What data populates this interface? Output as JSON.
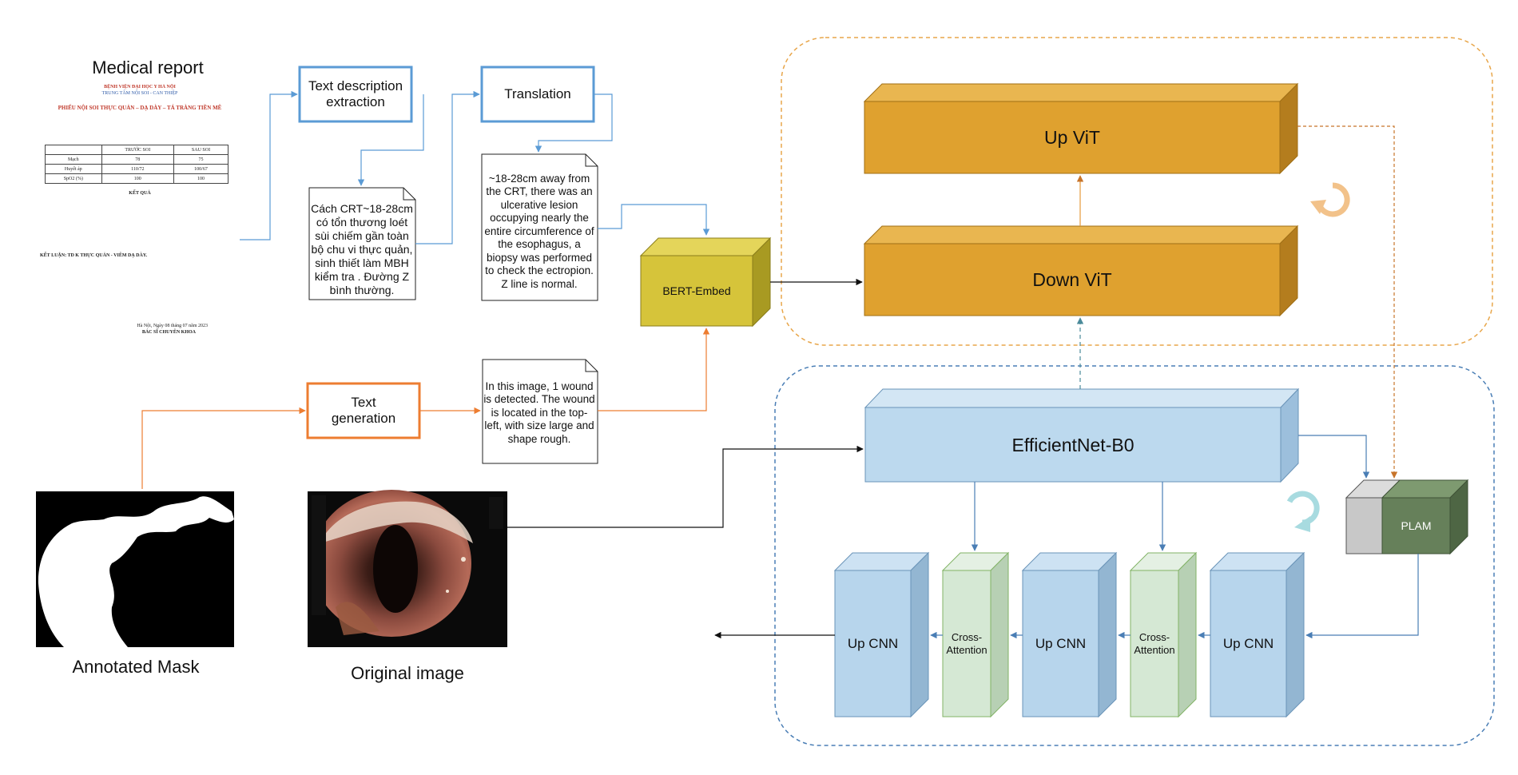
{
  "report": {
    "title": "Medical report",
    "hospital": "BỆNH VIỆN ĐẠI HỌC Y HÀ NỘI",
    "center": "TRUNG TÂM NỘI SOI - CAN THIỆP",
    "doc_title": "PHIẾU NỘI SOI THỰC QUẢN – DẠ DÀY – TÁ TRÀNG TIỀN MÊ",
    "table_headers": [
      "",
      "TRƯỚC SOI",
      "SAU SOI"
    ],
    "table_rows": [
      [
        "Mạch",
        "78",
        "75"
      ],
      [
        "Huyết áp",
        "110/72",
        "100/67"
      ],
      [
        "SpO2 (%)",
        "100",
        "100"
      ]
    ],
    "result_title": "KẾT QUẢ",
    "conclusion": "KẾT LUẬN: TD K THỰC QUẢN - VIÊM DẠ DÀY.",
    "signature_title": "BÁC SĨ CHUYÊN KHOA",
    "date_line": "Hà Nội, Ngày 08 tháng 07 năm 2023"
  },
  "boxes": {
    "text_extraction": "Text description extraction",
    "translation": "Translation",
    "text_generation": "Text generation",
    "bert": "BERT-Embed",
    "up_vit": "Up ViT",
    "down_vit": "Down ViT",
    "efficientnet": "EfficientNet-B0",
    "plam": "PLAM",
    "up_cnn": "Up CNN",
    "cross_attention": "Cross-Attention"
  },
  "notes": {
    "vietnamese": "Cách CRT~18-28cm có tổn thương loét sùi chiếm gần toàn bộ chu vi thực quản, sinh thiết làm MBH kiểm tra . Đường Z bình thường.",
    "english": "~18-28cm away from the CRT, there was an ulcerative lesion occupying nearly the entire circumference of the esophagus, a biopsy was performed to check the ectropion. Z line is normal.",
    "generated": "In this image, 1 wound is detected. The wound is located in the top-left, with size large and shape rough."
  },
  "captions": {
    "mask": "Annotated Mask",
    "original": "Original image"
  },
  "colors": {
    "blue_box": "#5b9bd5",
    "orange_box": "#ed7d31",
    "vit": "#dfa12f",
    "bert": "#d6c43a",
    "cnn": "#b7d5ec",
    "cross": "#d5e8d4",
    "plam": "#66805a",
    "line_blue": "#4a7eb5"
  }
}
